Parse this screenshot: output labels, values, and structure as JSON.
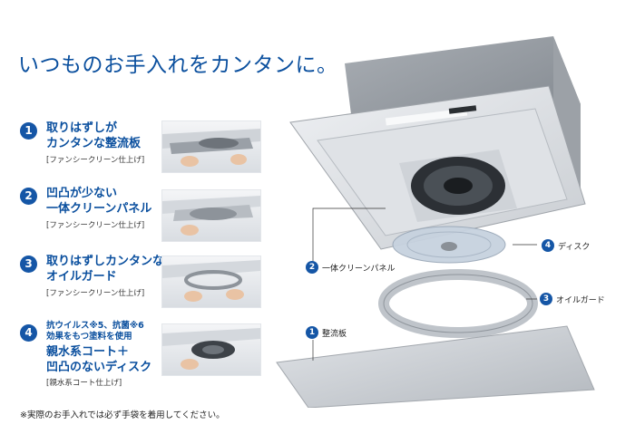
{
  "headline": "いつものお手入れをカンタンに。",
  "features": [
    {
      "number": "1",
      "title_lines": [
        "取りはずしが",
        "カンタンな整流板"
      ],
      "subtitle": "[ファンシークリーン仕上げ]"
    },
    {
      "number": "2",
      "title_lines": [
        "凹凸が少ない",
        "一体クリーンパネル"
      ],
      "subtitle": "[ファンシークリーン仕上げ]"
    },
    {
      "number": "3",
      "title_lines": [
        "取りはずしカンタンな",
        "オイルガード"
      ],
      "subtitle": "[ファンシークリーン仕上げ]"
    },
    {
      "number": "4",
      "tiny_lines": [
        "抗ウイルス※5、抗菌※6",
        "効果をもつ塗料を使用"
      ],
      "title_lines": [
        "親水系コート＋",
        "凹凸のないディスク"
      ],
      "subtitle": "[親水系コート仕上げ]"
    }
  ],
  "callouts": [
    {
      "number": "4",
      "label": "ディスク"
    },
    {
      "number": "2",
      "label": "一体クリーンパネル"
    },
    {
      "number": "3",
      "label": "オイルガード"
    },
    {
      "number": "1",
      "label": "整流板"
    }
  ],
  "footnote": "※実際のお手入れでは必ず手袋を着用してください。",
  "colors": {
    "accent": "#1556a6",
    "headline": "#0a4f9e"
  }
}
